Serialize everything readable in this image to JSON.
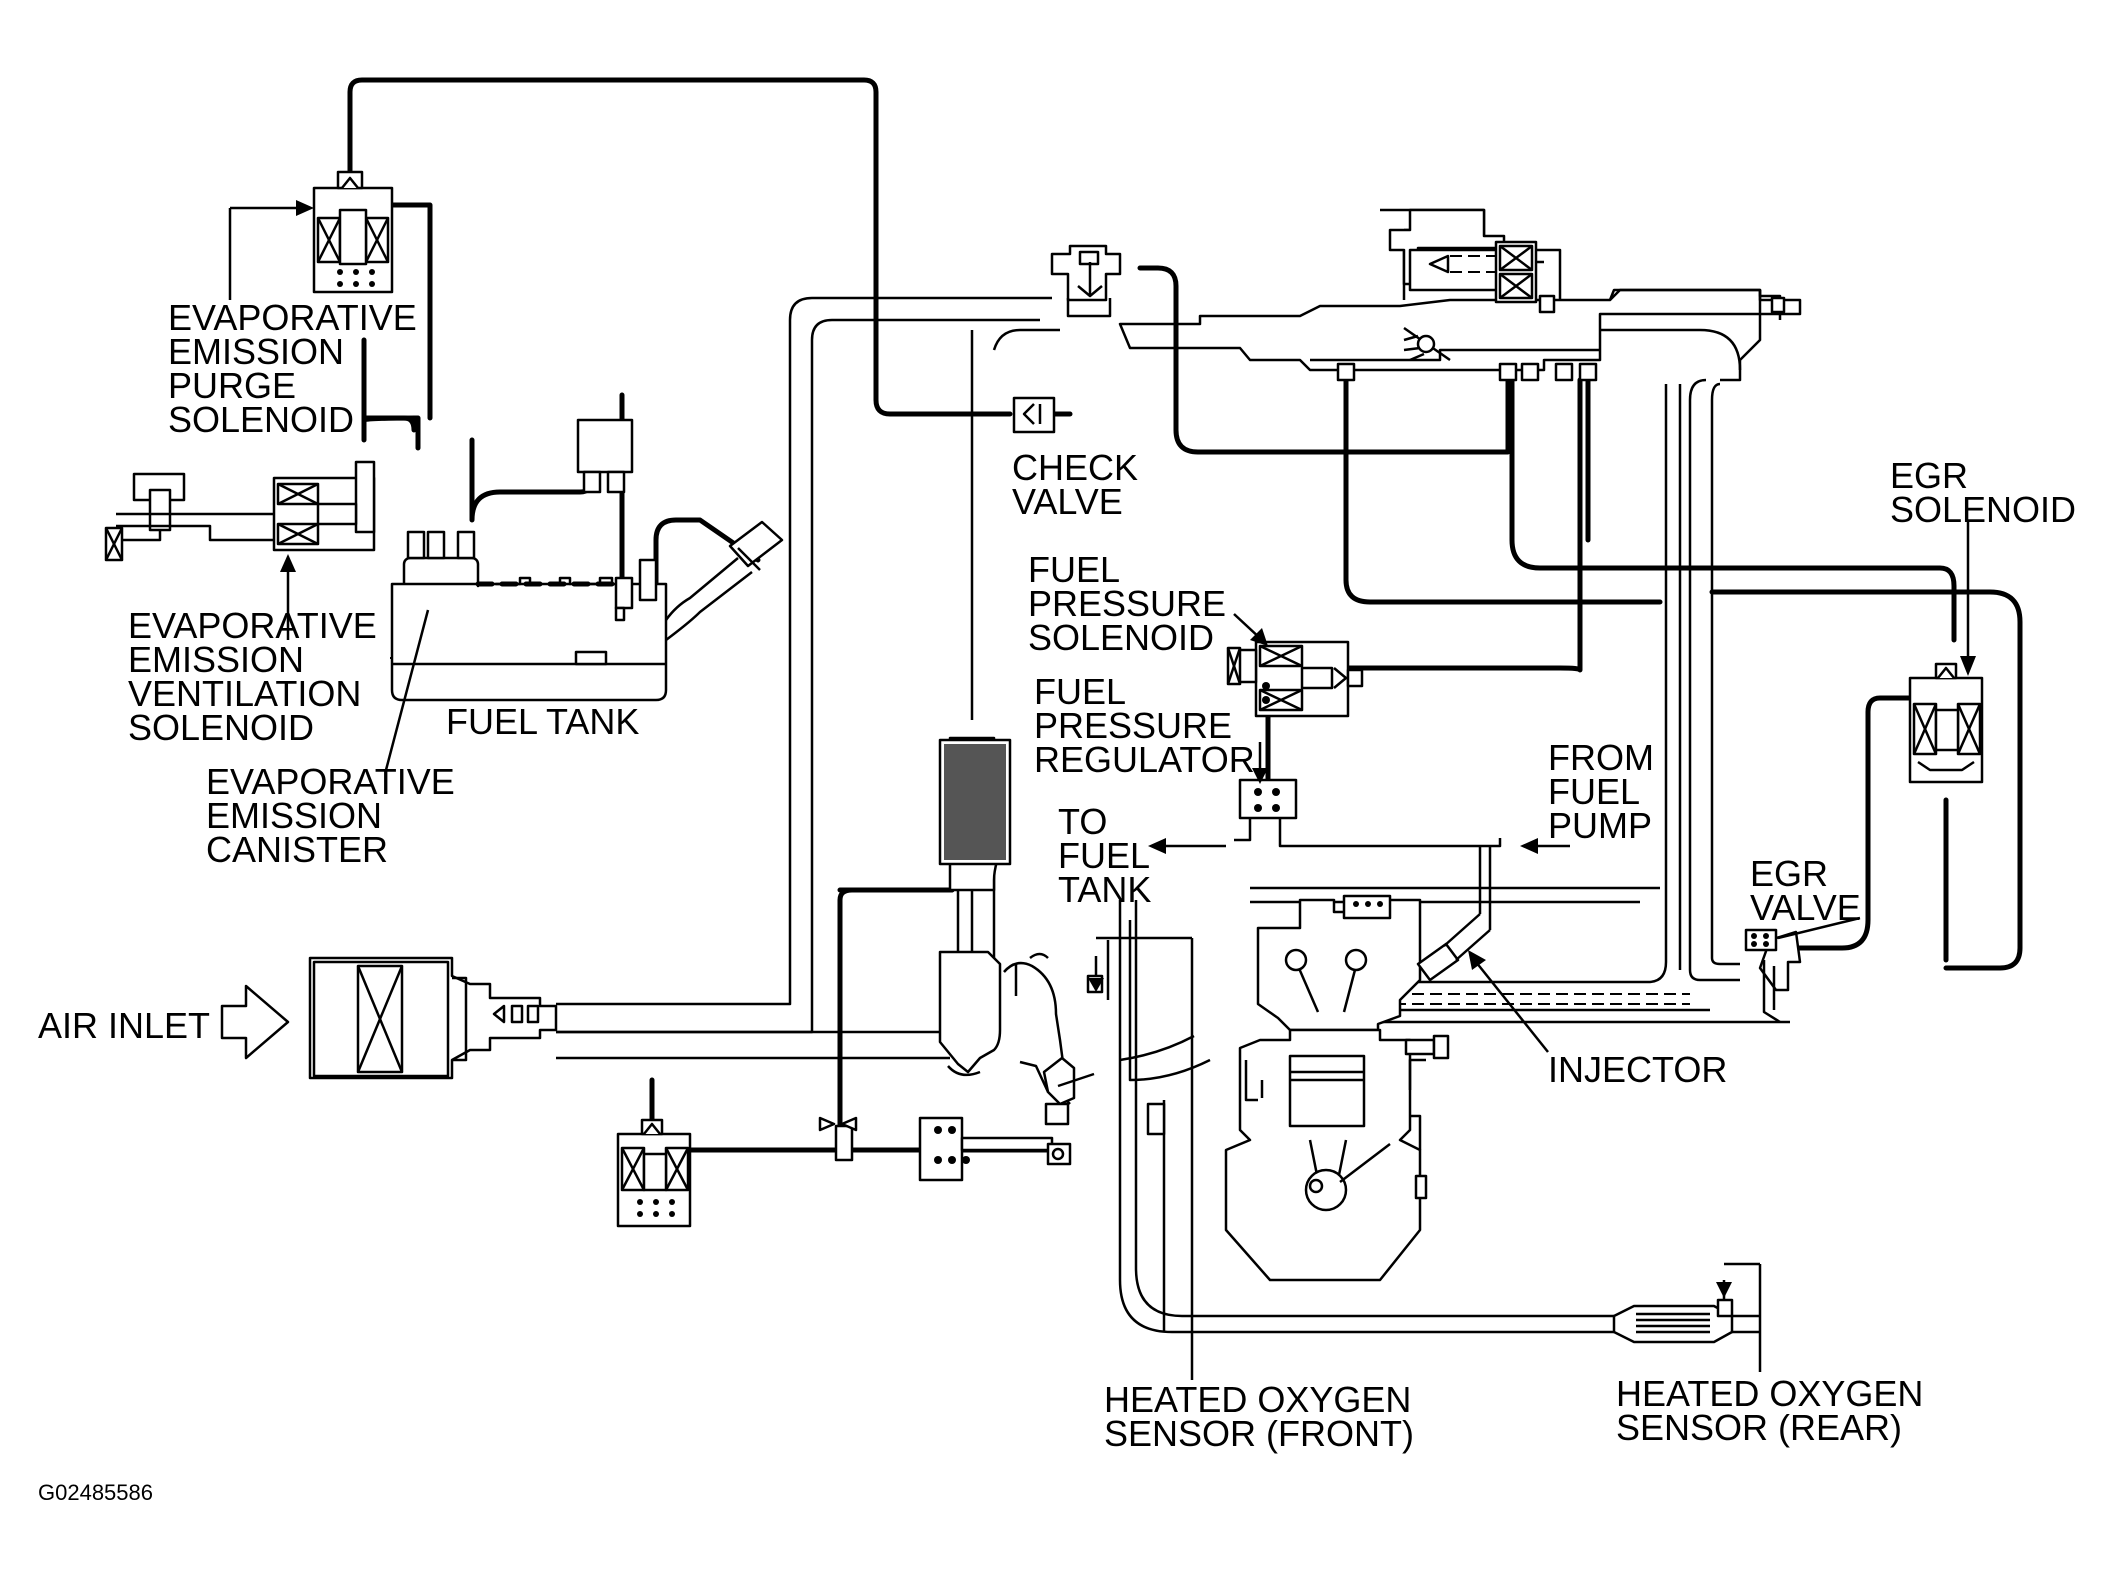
{
  "labels": {
    "evap_purge_solenoid": [
      "EVAPORATIVE",
      "EMISSION",
      "PURGE",
      "SOLENOID"
    ],
    "evap_ventilation_solenoid": [
      "EVAPORATIVE",
      "EMISSION",
      "VENTILATION",
      "SOLENOID"
    ],
    "fuel_tank": "FUEL TANK",
    "evap_canister": [
      "EVAPORATIVE",
      "EMISSION",
      "CANISTER"
    ],
    "check_valve": [
      "CHECK",
      "VALVE"
    ],
    "fuel_pressure_solenoid": [
      "FUEL",
      "PRESSURE",
      "SOLENOID"
    ],
    "fuel_pressure_regulator": [
      "FUEL",
      "PRESSURE",
      "REGULATOR"
    ],
    "from_fuel_pump": [
      "FROM",
      "FUEL",
      "PUMP"
    ],
    "to_fuel_tank": [
      "TO",
      "FUEL",
      "TANK"
    ],
    "egr_solenoid": [
      "EGR",
      "SOLENOID"
    ],
    "egr_valve": [
      "EGR",
      "VALVE"
    ],
    "air_inlet": "AIR INLET",
    "injector": "INJECTOR",
    "heated_o2_front": [
      "HEATED OXYGEN",
      "SENSOR (FRONT)"
    ],
    "heated_o2_rear": [
      "HEATED OXYGEN",
      "SENSOR (REAR)"
    ]
  },
  "figure_id": "G02485586"
}
